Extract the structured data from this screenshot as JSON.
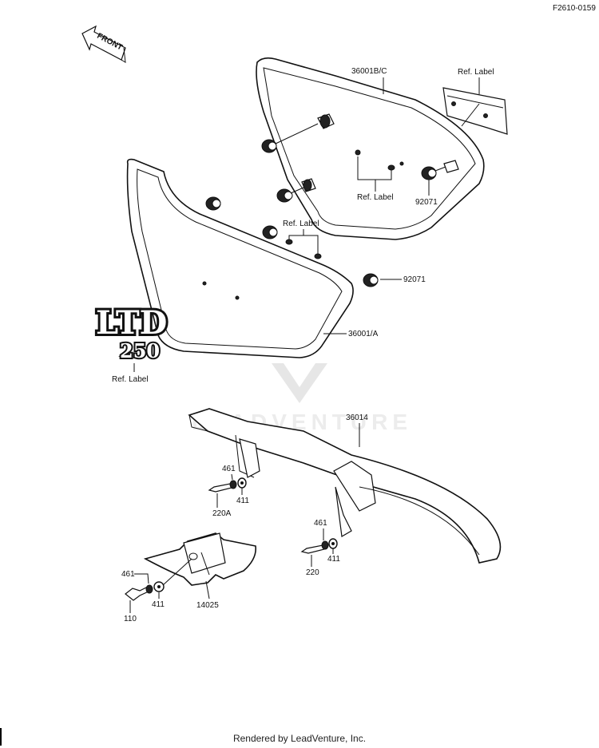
{
  "diagram_id": "F2610-0159",
  "front_label": "FRONT",
  "callouts": {
    "cover_right": "36001B/C",
    "ref_label_top": "Ref. Label",
    "ref_label_mid_right": "Ref. Label",
    "grommet_right_top": "92071",
    "ref_label_mid": "Ref. Label",
    "grommet_right": "92071",
    "cover_left": "36001/A",
    "ref_label_emblem": "Ref. Label",
    "chain_guard": "36014",
    "washer_461_a": "461",
    "washer_411_a": "411",
    "bolt_220a": "220A",
    "washer_461_b": "461",
    "bolt_220": "220",
    "washer_411_b": "411",
    "washer_461_c": "461",
    "bolt_110": "110",
    "washer_411_c": "411",
    "bracket": "14025"
  },
  "emblem": {
    "top": "LTD",
    "bottom": "250"
  },
  "watermark": "LEADVENTURE",
  "footer": "Rendered by LeadVenture, Inc."
}
